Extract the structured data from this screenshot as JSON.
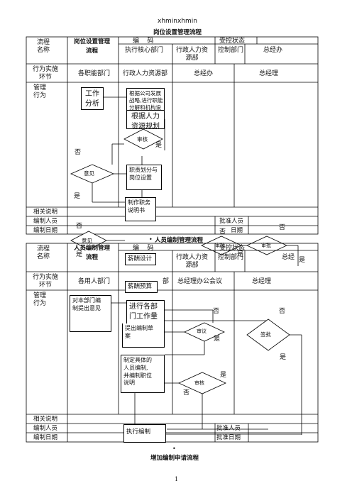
{
  "header": {
    "name": "xhminxhmin"
  },
  "table1": {
    "title": "岗位设置管理流程",
    "c_liucheng": "流程\n名称",
    "c_liucheng_name": "岗位设置管理\n流程",
    "c_bianma": "编    码",
    "c_shoukong": "受控状态",
    "c_zhixing": "执行核心部门",
    "c_xingzheng": "行政人力资\n源部",
    "c_kongzhi": "控制部门",
    "c_zongjingban": "总经办",
    "c_xingwei": "行为实施\n环节",
    "lanes": [
      "各职能部门",
      "行政人力资源部",
      "总经办",
      "总经理"
    ],
    "c_guanli": "管理\n行为",
    "box_gongzuo": "工作\n分析",
    "box_genju": "根据公司发展\n战略,进行职能\n分解和机构设",
    "box_renli": "根据人力\n资源规划",
    "box_zhize": "职责划分与\n岗位设置",
    "box_zhizuo": "制作职务\n说明书",
    "d_shenhe": "审核",
    "d_yijian": "意见",
    "l_shi1": "是",
    "l_fou1": "否",
    "l_shi2": "是",
    "l_fou2": "否",
    "footer": [
      "相关说明",
      "编制人员",
      "编制日期"
    ],
    "approve": "批准人员",
    "approve_date": "日期",
    "overlay_fou": "否",
    "overlay_shi": "是"
  },
  "table2": {
    "title": "人员编制管理流程",
    "c_liucheng": "流程\n名称",
    "c_liucheng_name": "人员编制管理\n流程",
    "c_bianma": "编    码",
    "c_shoukong": "受控状态",
    "c_xingzheng": "行政人力资\n源部",
    "c_kongzhi": "控制部门",
    "c_zongjing": "总经",
    "c_xingwei": "行为实施\n环节",
    "lanes": [
      "各用人部门",
      "部",
      "总经理办公会议",
      "总经理"
    ],
    "c_guanli": "管理\n行为",
    "box_xinchou": "薪酬设计",
    "box_yusuan": "薪酬预算",
    "box_benbumen": "对本部门编\n制提出意见",
    "box_jinxing": "进行各部\n门工作量",
    "box_tichu": "提出编制草\n案",
    "box_zhiding": "制定具体的\n人员编制,\n并编制职位\n说明",
    "d_shenpi": "审批",
    "d_shenhe": "审核",
    "d_shenyi": "审议",
    "d_qianpi": "签批",
    "l_fou": "否",
    "l_shi": "是",
    "footer": [
      "相关说明",
      "编制人员",
      "编制日期"
    ],
    "approve": "批准人员",
    "approve_date": "批准日期",
    "exec": "执行编制"
  },
  "bottom_title": "增加编制申请流程",
  "bullet": "•",
  "page_number": "1"
}
